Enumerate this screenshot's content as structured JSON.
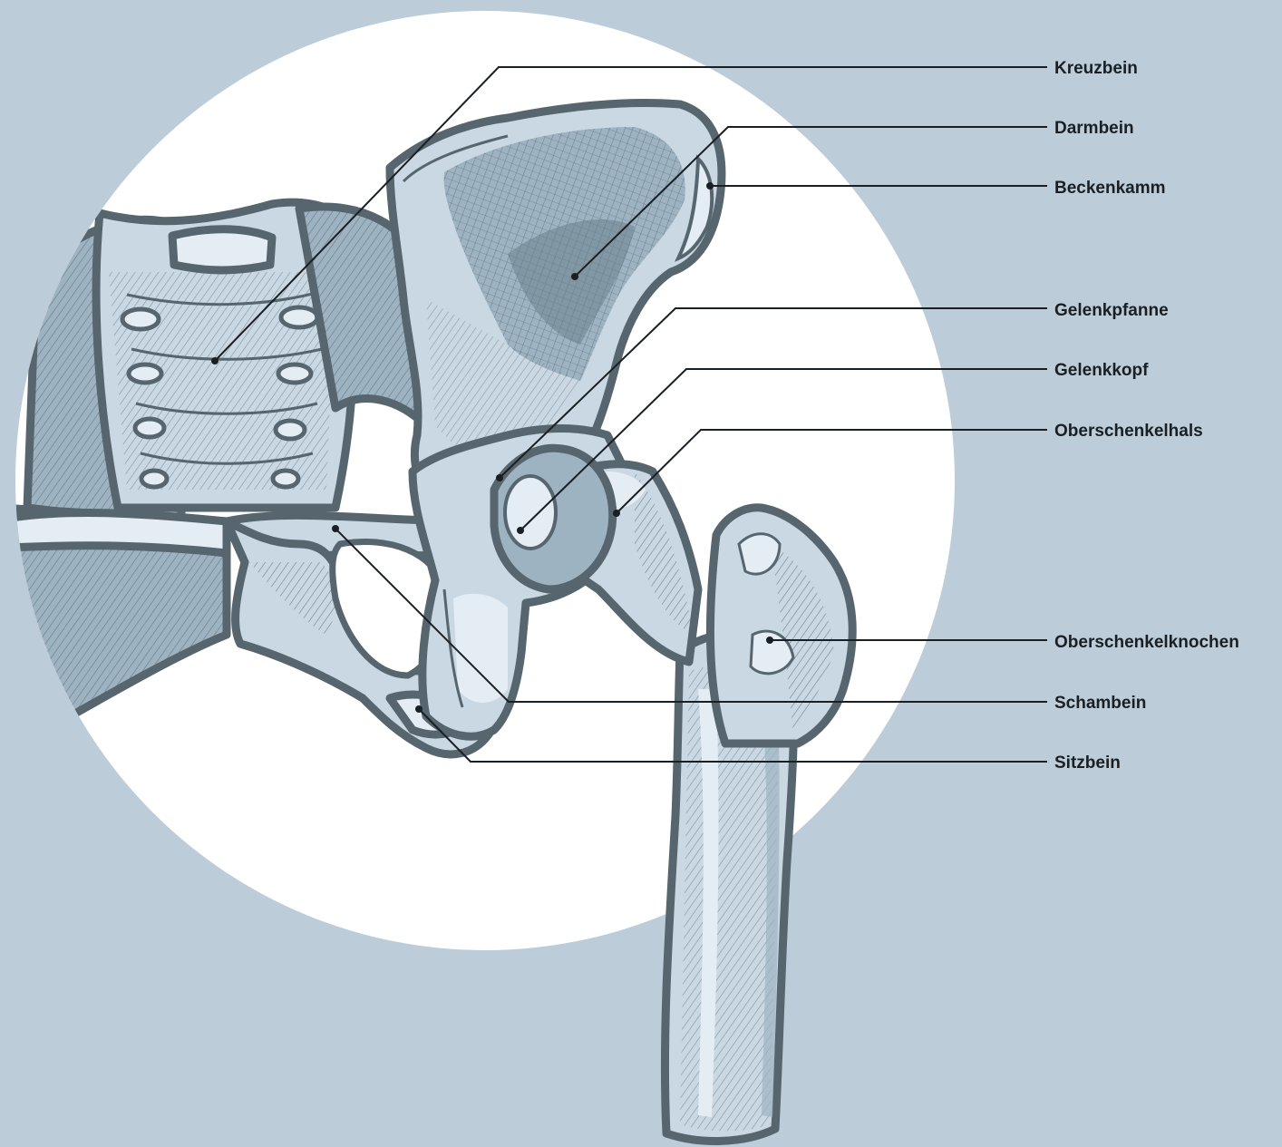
{
  "labels": [
    {
      "key": "kreuzbein",
      "text": "Kreuzbein"
    },
    {
      "key": "darmbein",
      "text": "Darmbein"
    },
    {
      "key": "beckenkamm",
      "text": "Beckenkamm"
    },
    {
      "key": "gelenkpfanne",
      "text": "Gelenkpfanne"
    },
    {
      "key": "gelenkkopf",
      "text": "Gelenkkopf"
    },
    {
      "key": "oberschenkelhals",
      "text": "Oberschenkelhals"
    },
    {
      "key": "oberschenkelknochen",
      "text": "Oberschenkelknochen"
    },
    {
      "key": "schambein",
      "text": "Schambein"
    },
    {
      "key": "sitzbein",
      "text": "Sitzbein"
    }
  ],
  "colors": {
    "background": "#bccdd9",
    "circle": "#ffffff",
    "bone_outline": "#56656e",
    "label_text": "#1a1f24"
  }
}
